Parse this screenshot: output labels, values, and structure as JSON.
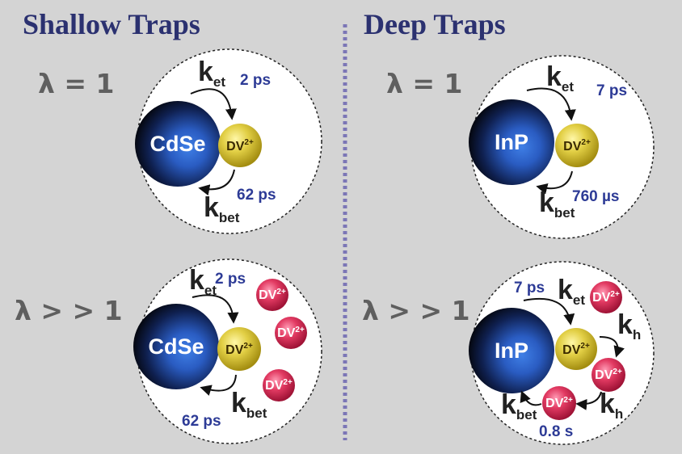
{
  "colors": {
    "background": "#d4d4d4",
    "title": "#2b3170",
    "rate_text": "#2d3b96",
    "lambda_text": "#5f5f5f",
    "divider": "#7b76b6",
    "dv_yellow": "#d8c43a",
    "dv_pink": "#e23a62"
  },
  "titles": {
    "shallow": "Shallow Traps",
    "deep": "Deep Traps"
  },
  "lambdas": {
    "one": "λ = 1",
    "many": "λ > > 1"
  },
  "quantum_dots": {
    "cdse": "CdSe",
    "inp": "InP"
  },
  "acceptor": {
    "base": "DV",
    "charge": "2+"
  },
  "k_labels": {
    "k": "k",
    "et": "et",
    "bet": "bet",
    "h": "h"
  },
  "rates": {
    "shallow_single": {
      "ket": "2 ps",
      "kbet": "62 ps"
    },
    "deep_single": {
      "ket": "7 ps",
      "kbet": "760 µs"
    },
    "shallow_multi": {
      "ket": "2 ps",
      "kbet": "62 ps"
    },
    "deep_multi": {
      "ket": "7 ps",
      "kbet": "0.8 s"
    }
  }
}
